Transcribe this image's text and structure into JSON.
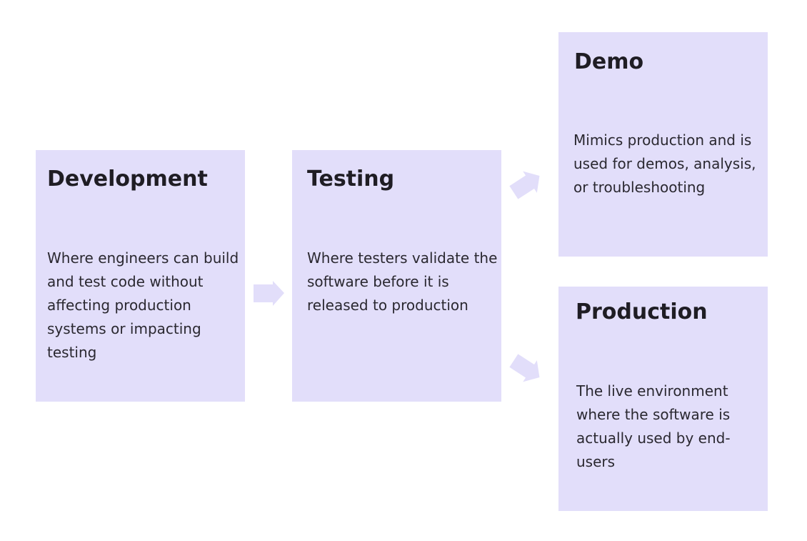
{
  "colors": {
    "box_fill": "#e2defa",
    "arrow_fill": "#e2defa",
    "text": "#1f1d24",
    "background": "#ffffff"
  },
  "boxes": {
    "development": {
      "title": "Development",
      "description": "Where engineers can build and test code without affecting production systems or impacting testing"
    },
    "testing": {
      "title": "Testing",
      "description": "Where testers validate the software before it is released to production"
    },
    "demo": {
      "title": "Demo",
      "description": "Mimics production and is used for demos, analysis, or troubleshooting"
    },
    "production": {
      "title": "Production",
      "description": "The live environment where the software is actually used by end-users"
    }
  },
  "arrows": [
    {
      "from": "Development",
      "to": "Testing",
      "icon": "arrow-right-icon"
    },
    {
      "from": "Testing",
      "to": "Demo",
      "icon": "arrow-up-right-icon"
    },
    {
      "from": "Testing",
      "to": "Production",
      "icon": "arrow-down-right-icon"
    }
  ]
}
